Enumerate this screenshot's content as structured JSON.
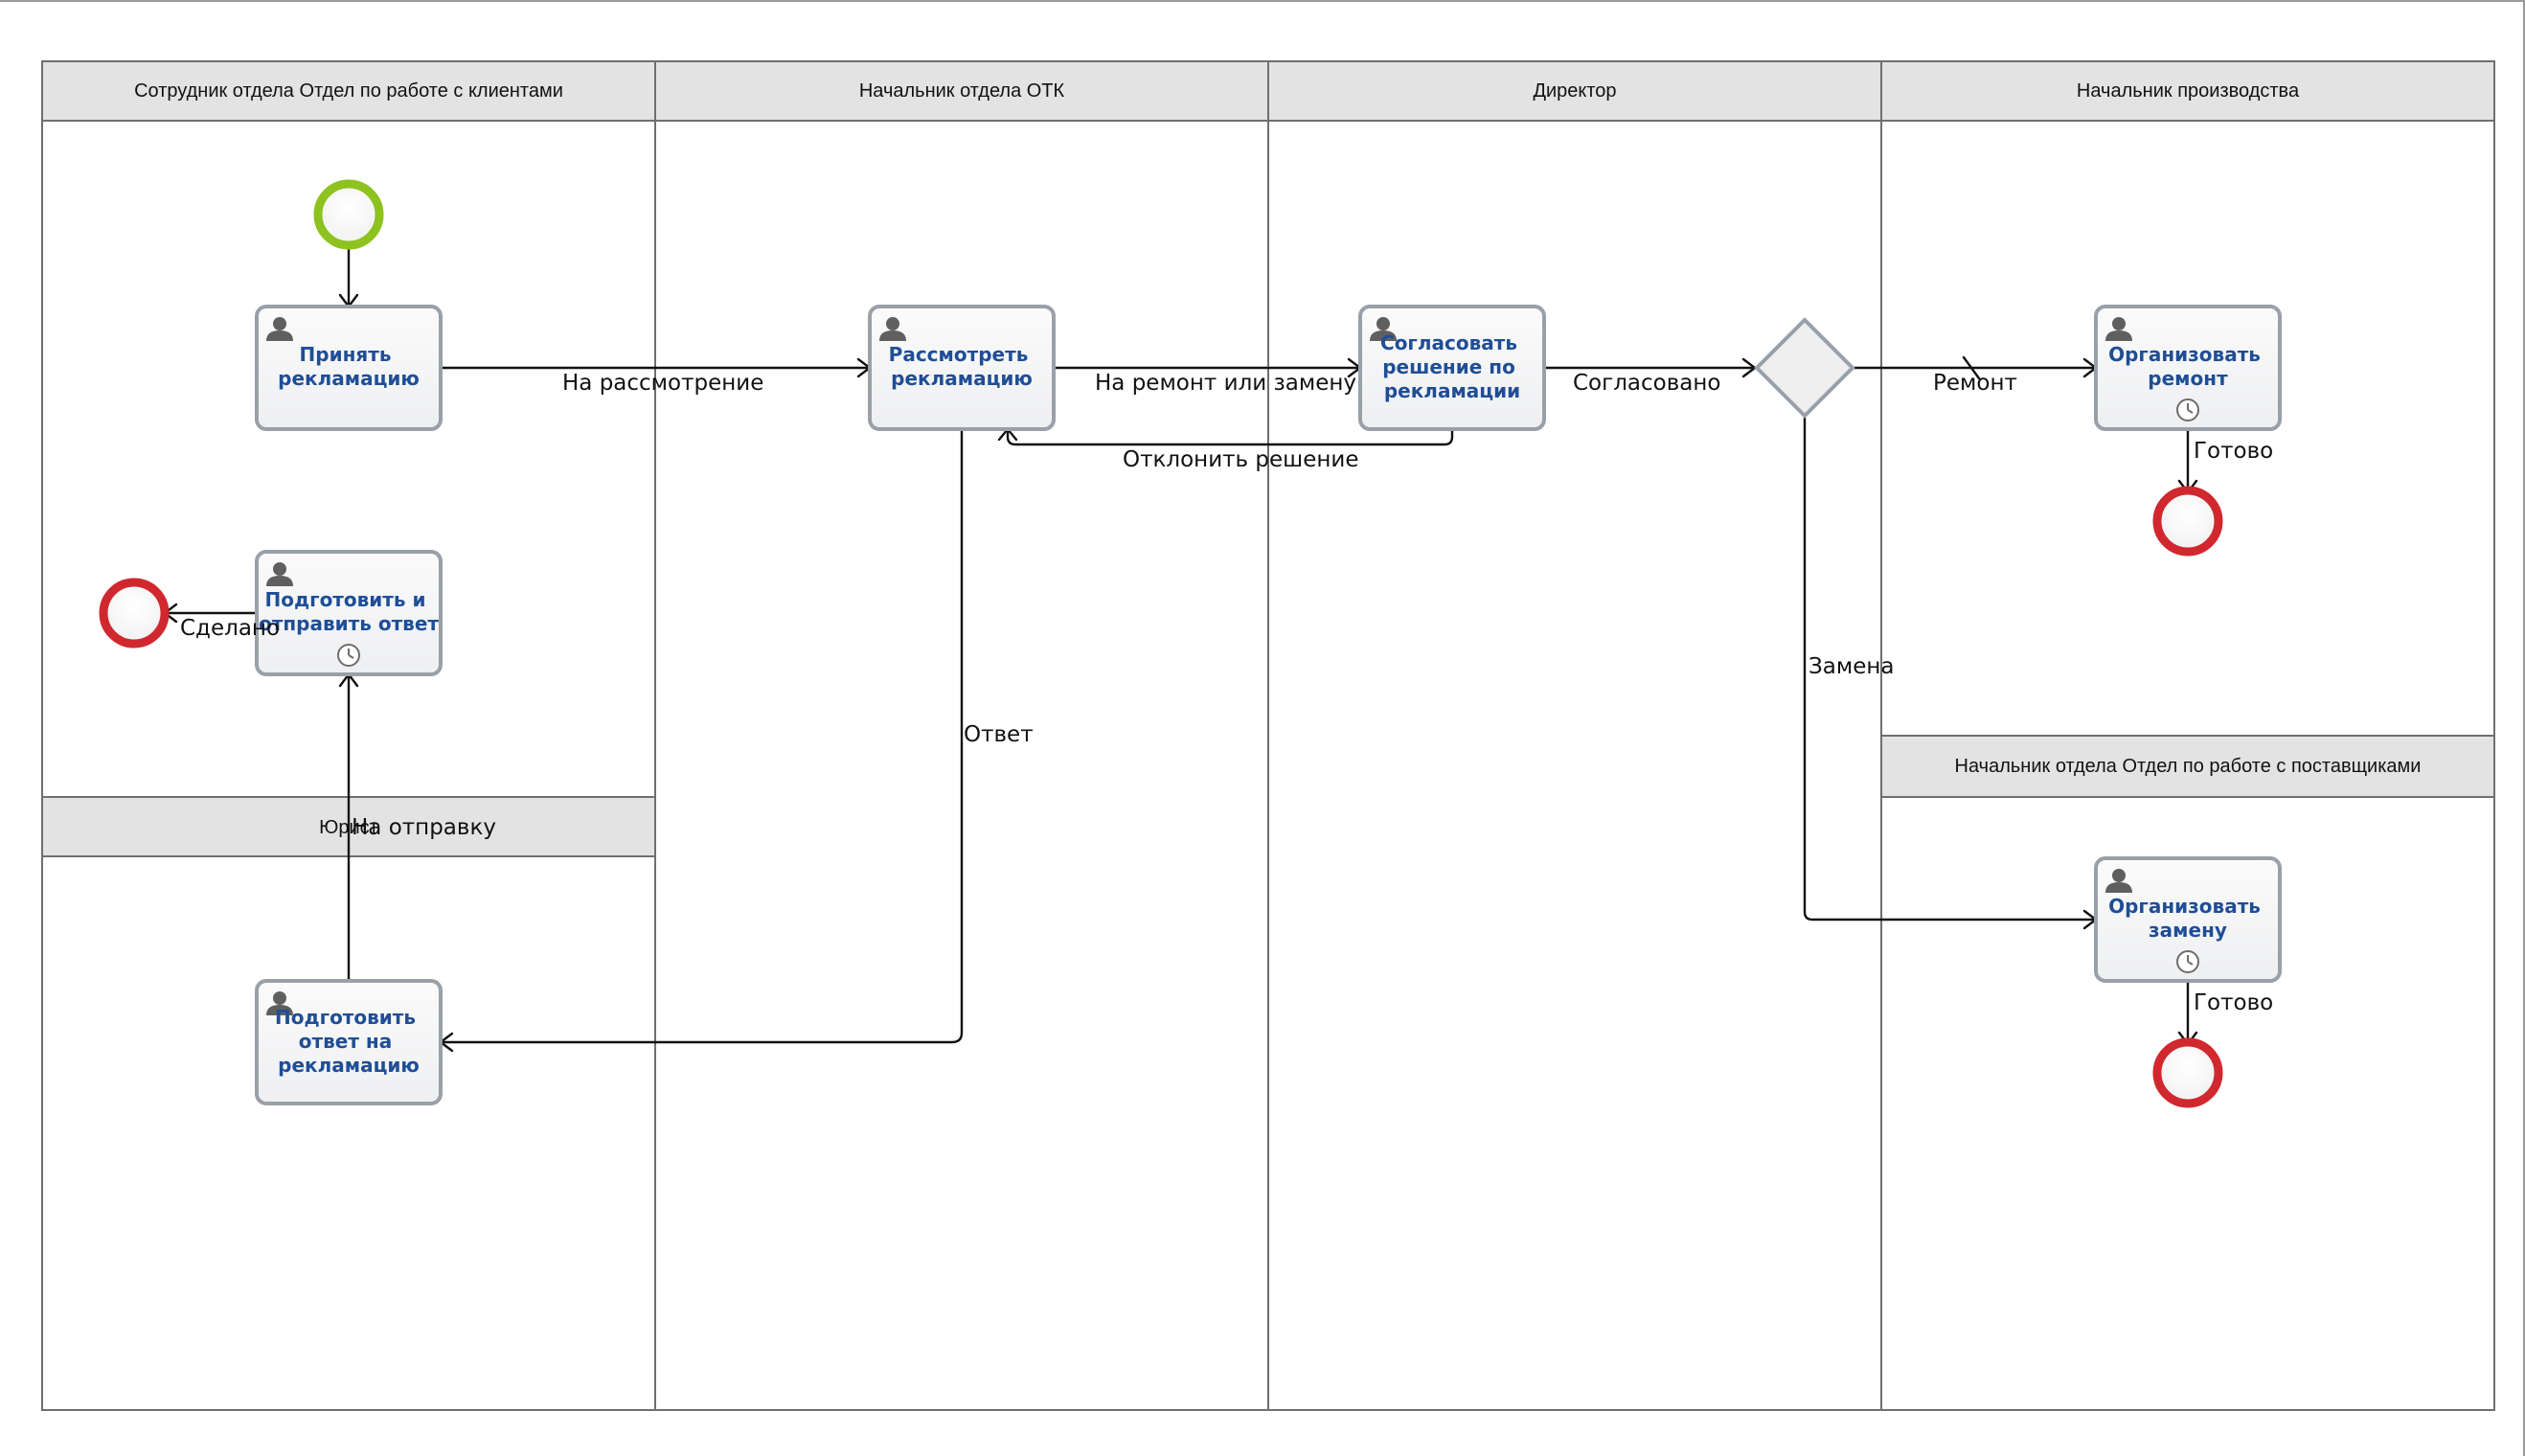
{
  "lanes": {
    "clients": "Сотрудник отдела Отдел по работе с клиентами",
    "otk": "Начальник отдела ОТК",
    "director": "Директор",
    "production": "Начальник производства",
    "lawyer": "Юрист",
    "suppliers": "Начальник отдела Отдел по работе с поставщиками"
  },
  "tasks": {
    "accept": [
      "Принять",
      "рекламацию"
    ],
    "review": [
      "Рассмотреть",
      "рекламацию"
    ],
    "approve": [
      "Согласовать",
      "решение по",
      "рекламации"
    ],
    "repair": [
      "Организовать",
      "ремонт"
    ],
    "prepare_send": [
      "Подготовить и",
      "отправить ответ"
    ],
    "prepare_answer": [
      "Подготовить",
      "ответ на",
      "рекламацию"
    ],
    "replace": [
      "Организовать",
      "замену"
    ]
  },
  "flows": {
    "to_review": "На рассмотрение",
    "to_repair_or_replace": "На ремонт или замену",
    "reject": "Отклонить решение",
    "approved": "Согласовано",
    "repair": "Ремонт",
    "done_repair": "Готово",
    "replace": "Замена",
    "done_replace": "Готово",
    "answer": "Ответ",
    "to_send": "На отправку",
    "done": "Сделано"
  },
  "colors": {
    "start_event": "#8dc21f",
    "end_event": "#d0282e",
    "task_text": "#1f4e96",
    "lane_header_bg": "#e3e3e3"
  },
  "icons": {
    "task_type": "user-icon",
    "timer": "clock-icon"
  }
}
